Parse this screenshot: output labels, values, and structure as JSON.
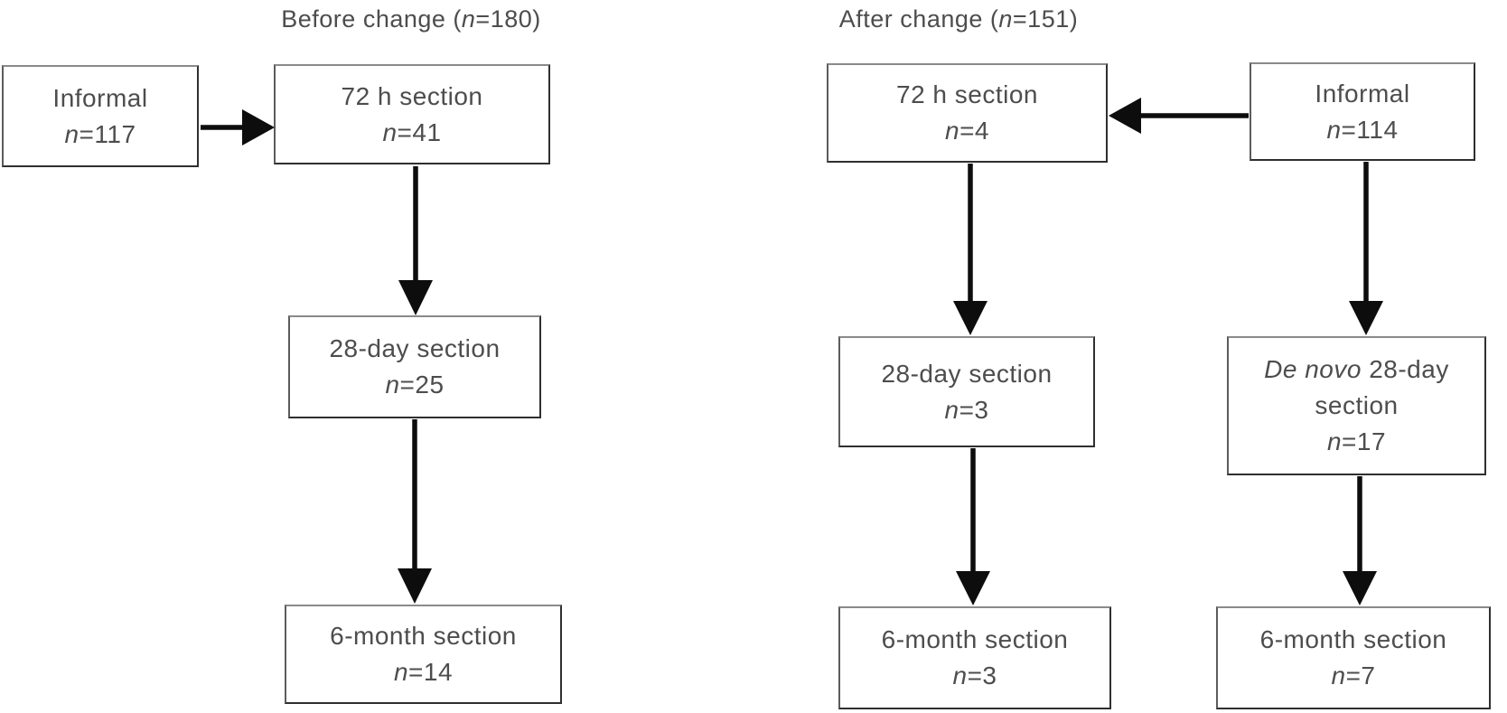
{
  "colors": {
    "background": "#ffffff",
    "box_border": "#2f2f2f",
    "text": "#4d4d4d",
    "arrow": "#0d0d0d"
  },
  "titles": {
    "before": {
      "prefix": "Before change (",
      "n": "n",
      "suffix": "=180)"
    },
    "after": {
      "prefix": "After change (",
      "n": "n",
      "suffix": "=151)"
    }
  },
  "before": {
    "informal": {
      "label": "Informal",
      "n": "n",
      "value": "=117"
    },
    "sec72h": {
      "label": "72 h section",
      "n": "n",
      "value": "=41"
    },
    "sec28day": {
      "label": "28-day section",
      "n": "n",
      "value": "=25"
    },
    "sec6month": {
      "label": "6-month section",
      "n": "n",
      "value": "=14"
    }
  },
  "after": {
    "sec72h": {
      "label": "72 h section",
      "n": "n",
      "value": "=4"
    },
    "informal": {
      "label": "Informal",
      "n": "n",
      "value": "=114"
    },
    "sec28day": {
      "label": "28-day section",
      "n": "n",
      "value": "=3"
    },
    "denovo": {
      "label_italic": "De novo",
      "label_rest": " 28-day",
      "line2": "section",
      "n": "n",
      "value": "=17"
    },
    "sec6month_from28": {
      "label": "6-month section",
      "n": "n",
      "value": "=3"
    },
    "sec6month_denovo": {
      "label": "6-month section",
      "n": "n",
      "value": "=7"
    }
  }
}
